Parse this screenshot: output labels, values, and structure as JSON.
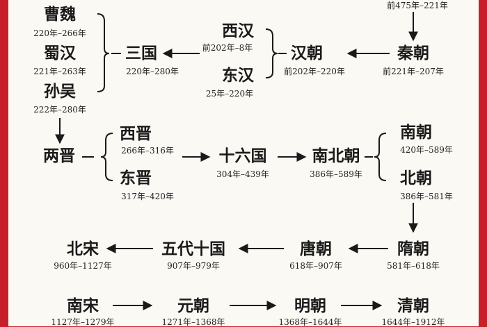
{
  "dynasties": {
    "qin": {
      "name": "秦朝",
      "years": "前221年–207年"
    },
    "qin_top": {
      "years": "前475年–221年"
    },
    "han": {
      "name": "汉朝",
      "years": "前202年–220年"
    },
    "xihan": {
      "name": "西汉",
      "years": "前202年–8年"
    },
    "donghan": {
      "name": "东汉",
      "years": "25年–220年"
    },
    "sanguo": {
      "name": "三国",
      "years": "220年–280年"
    },
    "cao_wei": {
      "name": "曹魏",
      "years": "220年–266年"
    },
    "shu_han": {
      "name": "蜀汉",
      "years": "221年–263年"
    },
    "sun_wu": {
      "name": "孙吴",
      "years": "222年–280年"
    },
    "liangjin": {
      "name": "两晋"
    },
    "xijin": {
      "name": "西晋",
      "years": "266年–316年"
    },
    "dongjin": {
      "name": "东晋",
      "years": "317年–420年"
    },
    "shiliuguo": {
      "name": "十六国",
      "years": "304年–439年"
    },
    "nanbeichao": {
      "name": "南北朝",
      "years": "386年–589年"
    },
    "nanchao": {
      "name": "南朝",
      "years": "420年–589年"
    },
    "beichao": {
      "name": "北朝",
      "years": "386年–581年"
    },
    "sui": {
      "name": "隋朝",
      "years": "581年–618年"
    },
    "tang": {
      "name": "唐朝",
      "years": "618年–907年"
    },
    "wudai": {
      "name": "五代十国",
      "years": "907年–979年"
    },
    "beisong": {
      "name": "北宋",
      "years": "960年–1127年"
    },
    "nansong": {
      "name": "南宋",
      "years": "1127年–1279年"
    },
    "yuan": {
      "name": "元朝",
      "years": "1271年–1368年"
    },
    "ming": {
      "name": "明朝",
      "years": "1368年–1644年"
    },
    "qing": {
      "name": "清朝",
      "years": "1644年–1912年"
    }
  },
  "colors": {
    "frame": "#c8202a",
    "paper": "#fbf9f3",
    "ink": "#1a1a1a"
  }
}
